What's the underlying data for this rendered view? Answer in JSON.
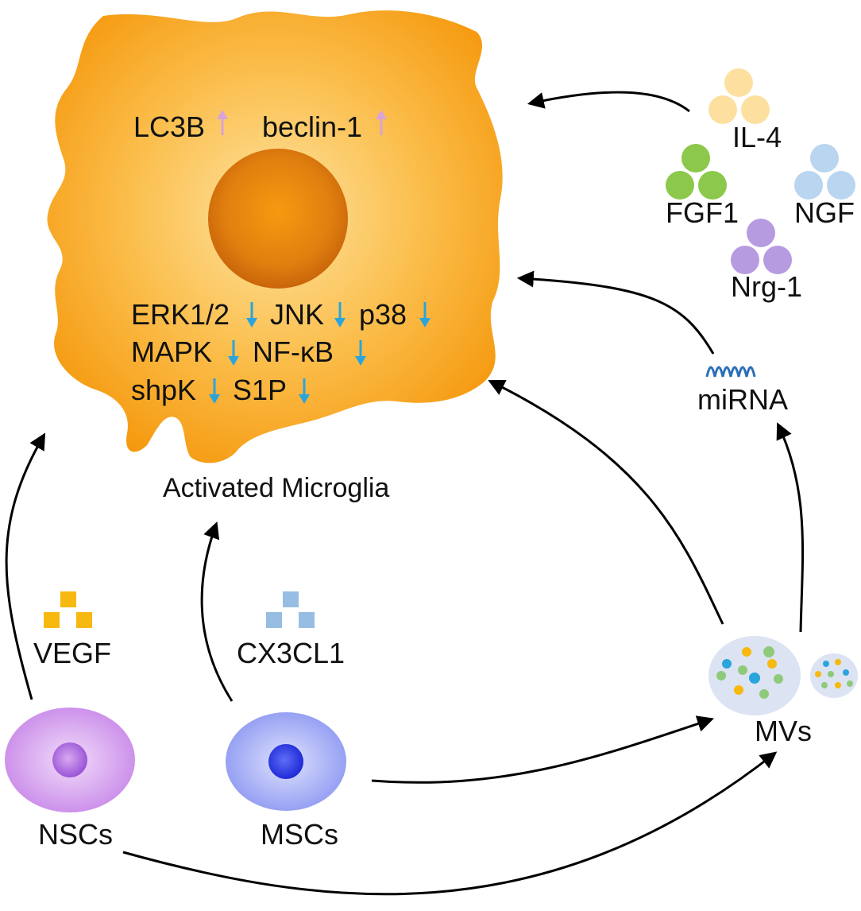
{
  "microglia": {
    "label": "Activated Microglia",
    "upregulated": [
      "LC3B",
      "beclin-1"
    ],
    "downregulated_row1": [
      "ERK1/2",
      "JNK",
      "p38"
    ],
    "downregulated_row2": [
      "MAPK",
      "NF-κB"
    ],
    "downregulated_row3": [
      "shpK",
      "S1P"
    ]
  },
  "factors": {
    "il4": "IL-4",
    "fgf1": "FGF1",
    "ngf": "NGF",
    "nrg1": "Nrg-1",
    "mirna": "miRNA",
    "vegf": "VEGF",
    "cx3cl1": "CX3CL1"
  },
  "cells": {
    "nscs": "NSCs",
    "mscs": "MSCs",
    "mvs": "MVs"
  },
  "colors": {
    "microglia_outer": "#f7a21b",
    "microglia_inner": "#fde3a0",
    "nucleus": "#d9730d",
    "up_arrow": "#d9a3d8",
    "down_arrow": "#2aa5dc",
    "il4": "#fde0a0",
    "fgf1": "#8cc84b",
    "ngf": "#b9d5ef",
    "nrg1": "#b79be0",
    "vegf": "#f7b80f",
    "cx3cl1": "#97bde3",
    "nsc": "#cc88ee",
    "msc": "#8f9cf3",
    "mv": "#dce3f2"
  }
}
